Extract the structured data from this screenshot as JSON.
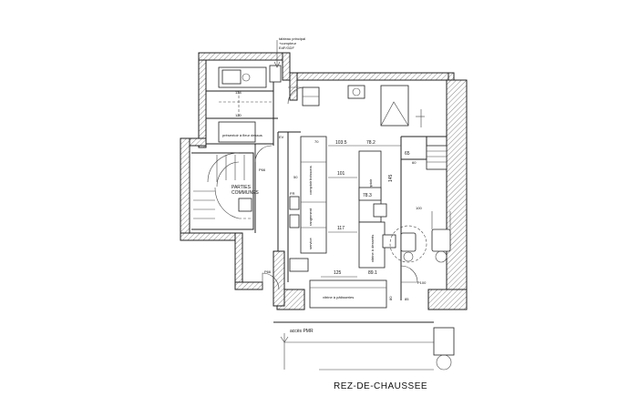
{
  "drawing": {
    "title": "REZ-DE-CHAUSSEE",
    "rooms": {
      "parties_communes_line1": "PARTIES",
      "parties_communes_line2": "COMMUNES"
    },
    "notes": {
      "tableau_line1": "tableau principal",
      "tableau_line2": "+compteur",
      "tableau_line3": "EdF/GDF",
      "presentoir_label": "présentoir à  fleur dessus",
      "vitrine_label": "vitrine",
      "acces_pmr": "accès PMR"
    },
    "furniture_labels": {
      "boissons": "boissons",
      "comptoir": "comptoir",
      "vitrine_desserts": "vitrine à desserts",
      "vitrine_plats": "vitrine à plats",
      "rangement": "rangement",
      "vitrine_patisseries": "vitrine à pâtisseries",
      "service": "service"
    },
    "dimensions": {
      "d70": "70",
      "d1035": "103.5",
      "d782": "78.2",
      "d101": "101",
      "d145": "145",
      "d783": "78.3",
      "d117": "117",
      "d125": "125",
      "d891": "89.1",
      "d85": "85",
      "d134": "134",
      "d120": "120",
      "d60": "60",
      "d65": "65",
      "d50": "50",
      "d55": "55",
      "d80": "80",
      "d100": "100"
    },
    "tags": {
      "p66_a": "P66",
      "p66_b": "P66",
      "p100": "P100",
      "ev": "EV",
      "fr": "FR"
    }
  }
}
